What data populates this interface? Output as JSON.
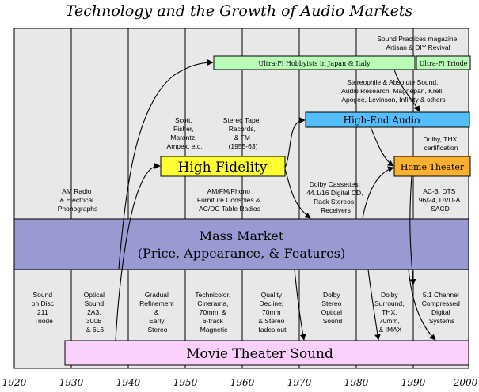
{
  "title": "Technology and the Growth of Audio Markets",
  "colors": {
    "background": "#e8e8e8",
    "grid": "#000000",
    "mass_market": "#9a9ad2",
    "movie_theater": "#fcd0fc",
    "high_fidelity": "#ffff33",
    "ultra_fi": "#b8fcb8",
    "high_end": "#55bdfa",
    "home_theater": "#fcb030"
  },
  "axis": {
    "ticks": [
      "1920",
      "1930",
      "1940",
      "1950",
      "1960",
      "1970",
      "1980",
      "1990",
      "2000"
    ]
  },
  "boxes": {
    "mass_market": {
      "line1": "Mass Market",
      "line2": "(Price, Appearance, & Features)"
    },
    "movie_theater": "Movie Theater Sound",
    "high_fidelity": "High Fidelity",
    "ultra_fi_hobbyists": "Ultra-Fi Hobbyists in Japan & Italy",
    "ultra_fi_triode": "Ultra-Fi Triode",
    "high_end_audio": "High-End Audio",
    "home_theater": "Home Theater"
  },
  "notes": {
    "sound_practices": [
      "Sound Practices magazine",
      "Artisan & DIY Revival"
    ],
    "stereophile": [
      "Stereophile & Absolute Sound,",
      "Audio Research, Magnepan, Krell,",
      "Apogee, Levinson, Infinity & others"
    ],
    "scott": [
      "Scott,",
      "Fisher,",
      "Marantz,",
      "Ampex, etc."
    ],
    "stereo_tape": [
      "Stereo Tape,",
      "Records,",
      "& FM",
      "(1955-63)"
    ],
    "dolby_thx": [
      "Dolby, THX",
      "certification"
    ],
    "am_radio": [
      "AM Radio",
      "& Electrical",
      "Phonographs"
    ],
    "am_fm": [
      "AM/FM/Phono",
      "Furniture Consoles &",
      "AC/DC Table Radios"
    ],
    "dolby_cassettes": [
      "Dolby Cassettes,",
      "44.1/16 Digital CD,",
      "Rack Stereos,",
      "Receivers"
    ],
    "ac3": [
      "AC-3, DTS",
      "96/24, DVD-A",
      "SACD"
    ],
    "sound_on_disc": [
      "Sound",
      "on Disc",
      "211",
      "Triode"
    ],
    "optical_sound": [
      "Optical",
      "Sound",
      "2A3,",
      "300B",
      "& 6L6"
    ],
    "gradual": [
      "Gradual",
      "Refinement",
      "&",
      "Early",
      "Stereo"
    ],
    "technicolor": [
      "Technicolor,",
      "Cinerama,",
      "70mm, &",
      "6-track",
      "Magnetic"
    ],
    "quality": [
      "Quality",
      "Decline;",
      "70mm",
      "& Stereo",
      "fades out"
    ],
    "dolby_stereo": [
      "Dolby",
      "Stereo",
      "Optical",
      "Sound"
    ],
    "dolby_surround": [
      "Dolby",
      "Surround,",
      "THX,",
      "70mm,",
      "& IMAX"
    ],
    "channel_51": [
      "5.1 Channel",
      "Compressed",
      "Digital",
      "Systems"
    ]
  }
}
